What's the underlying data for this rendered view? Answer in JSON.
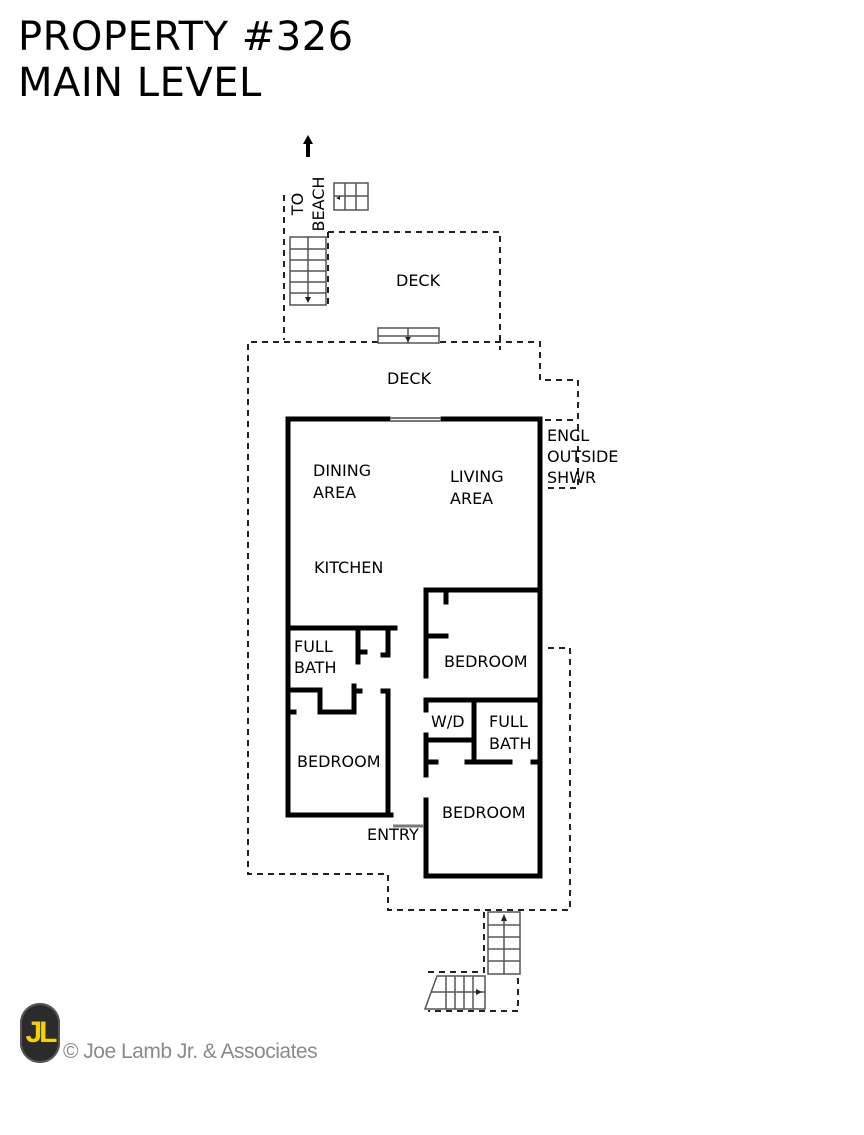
{
  "header": {
    "title_line1": "PROPERTY #326",
    "title_line2": "MAIN LEVEL"
  },
  "labels": {
    "to_beach": "TO BEACH",
    "upper_deck": "DECK",
    "lower_deck": "DECK",
    "encl_line1": "ENCL",
    "encl_line2": "OUTSIDE",
    "encl_line3": "SHWR",
    "dining_line1": "DINING",
    "dining_line2": "AREA",
    "living_line1": "LIVING",
    "living_line2": "AREA",
    "kitchen": "KITCHEN",
    "full_bath_left_line1": "FULL",
    "full_bath_left_line2": "BATH",
    "bedroom_top_right": "BEDROOM",
    "wd": "W/D",
    "full_bath_right_line1": "FULL",
    "full_bath_right_line2": "BATH",
    "bedroom_left": "BEDROOM",
    "bedroom_bottom_right": "BEDROOM",
    "entry": "ENTRY"
  },
  "footer": {
    "logo_text": "JL",
    "copyright": "© Joe Lamb Jr. & Associates"
  },
  "colors": {
    "wall": "#000000",
    "dashed": "#222222",
    "stair": "#555555",
    "logo_bg": "#2b2b2b",
    "logo_text": "#f2d200",
    "copyright": "#8a8a8a"
  }
}
